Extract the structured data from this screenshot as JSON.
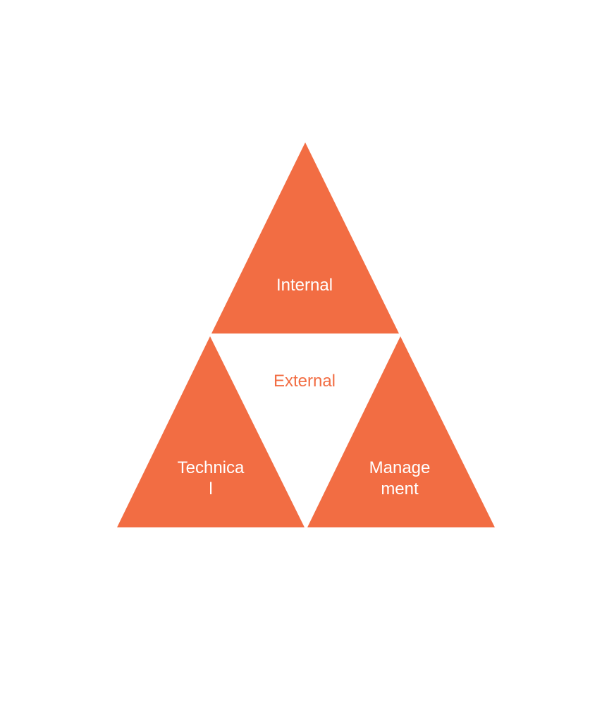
{
  "colors": {
    "accent": "#F26D43",
    "text_on_accent": "#FFFFFF"
  },
  "triangles": {
    "top": {
      "label": "Internal"
    },
    "left": {
      "label_line1": "Technica",
      "label_line2": "l"
    },
    "right": {
      "label_line1": "Manage",
      "label_line2": "ment"
    }
  },
  "center": {
    "label": "External"
  }
}
